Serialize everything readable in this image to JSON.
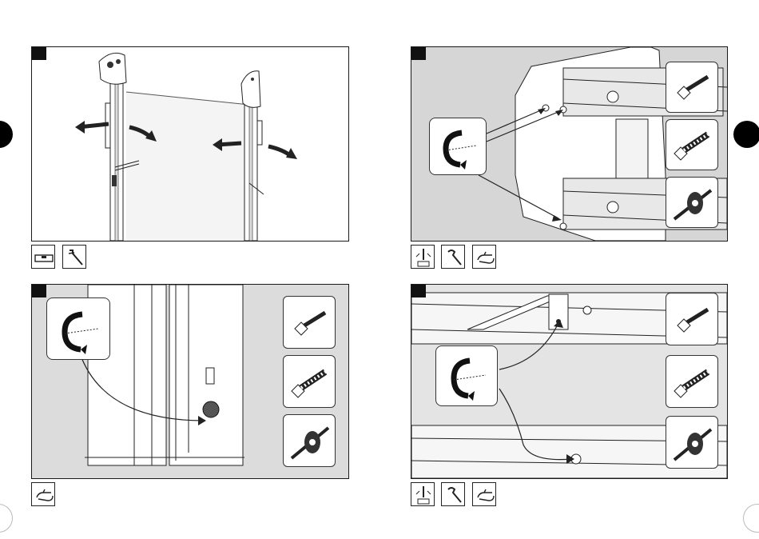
{
  "document": {
    "type": "assembly-instruction-spread",
    "pages": 2,
    "panels": [
      {
        "id": "panel-1",
        "icons": [
          "level-icon",
          "pipe-wrench-icon"
        ],
        "hardware": []
      },
      {
        "id": "panel-2",
        "icons": [
          "drill-icon",
          "wrench-icon",
          "hand-icon"
        ],
        "hardware": [
          "hex-bolt-icon",
          "wall-plug-screw-icon",
          "anchor-bolt-icon"
        ]
      },
      {
        "id": "panel-3",
        "icons": [
          "hand-icon"
        ],
        "hardware": [
          "hex-bolt-icon",
          "wall-plug-screw-icon",
          "anchor-bolt-icon"
        ]
      },
      {
        "id": "panel-4",
        "icons": [
          "drill-icon",
          "wrench-icon",
          "hand-icon"
        ],
        "hardware": [
          "hex-bolt-icon",
          "wall-plug-screw-icon",
          "anchor-bolt-icon"
        ]
      }
    ],
    "colors": {
      "ink": "#1a1a1a",
      "panel_gray": "#d9d9d9",
      "step_marker": "#111111"
    }
  }
}
